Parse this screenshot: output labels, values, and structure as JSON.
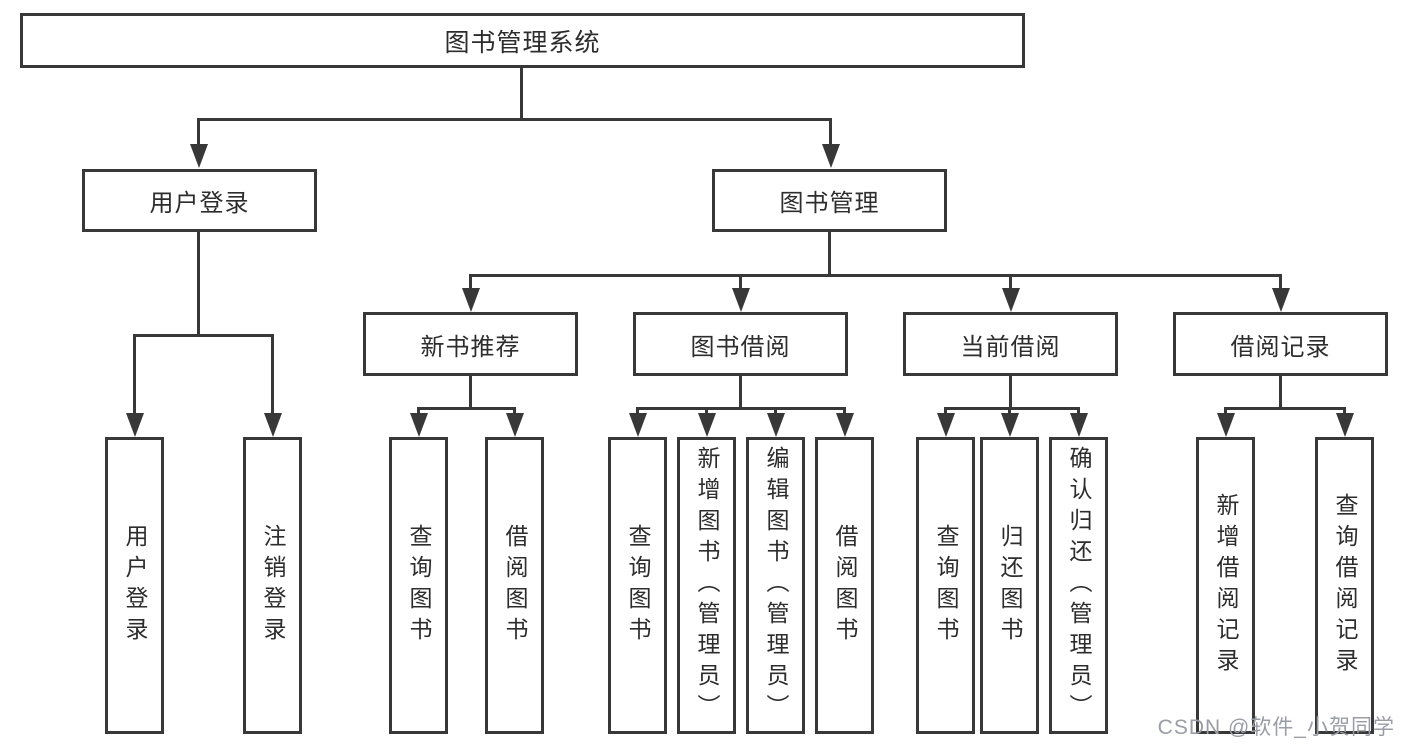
{
  "diagram": {
    "root": "图书管理系统",
    "branches": [
      {
        "label": "用户登录",
        "children": [
          "用户登录",
          "注销登录"
        ]
      },
      {
        "label": "图书管理",
        "sections": [
          {
            "label": "新书推荐",
            "children": [
              "查询图书",
              "借阅图书"
            ]
          },
          {
            "label": "图书借阅",
            "children": [
              "查询图书",
              "新增图书（管理员）",
              "编辑图书（管理员）",
              "借阅图书"
            ]
          },
          {
            "label": "当前借阅",
            "children": [
              "查询图书",
              "归还图书",
              "确认归还（管理员）"
            ]
          },
          {
            "label": "借阅记录",
            "children": [
              "新增借阅记录",
              "查询借阅记录"
            ]
          }
        ]
      }
    ]
  },
  "watermark": "CSDN @软件_小贺同学",
  "colors": {
    "line": "#383838",
    "text": "#2d2d2d",
    "watermark": "#9a9ca6",
    "background": "#ffffff"
  }
}
